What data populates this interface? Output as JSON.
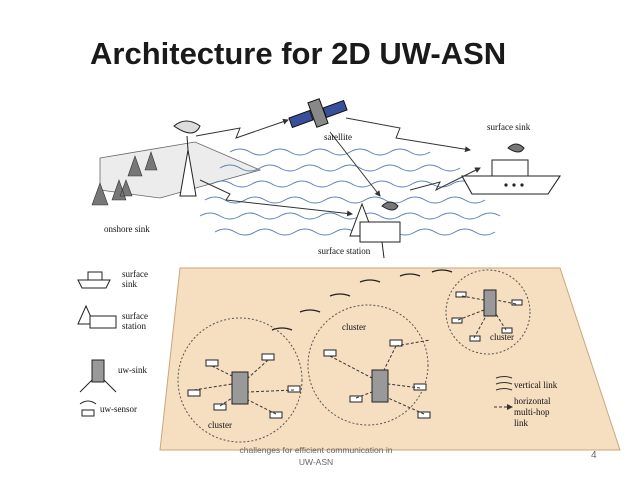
{
  "slide": {
    "title": "Architecture for 2D UW-ASN",
    "footer_line1": "challenges for efficient communication in",
    "footer_line2": "UW-ASN",
    "page_number": "4"
  },
  "diagram": {
    "labels": {
      "satellite": "satellite",
      "surface_sink": "surface sink",
      "onshore_sink": "onshore sink",
      "surface_station": "surface station",
      "cluster_1": "cluster",
      "cluster_2": "cluster",
      "cluster_3": "cluster"
    },
    "legend": {
      "surface_sink": [
        "surface",
        "sink"
      ],
      "surface_station": [
        "surface",
        "station"
      ],
      "uw_sink": "uw-sink",
      "uw_sensor": "uw-sensor",
      "vertical_link": "vertical link",
      "horizontal_link": [
        "horizontal",
        "multi-hop",
        "link"
      ]
    }
  }
}
